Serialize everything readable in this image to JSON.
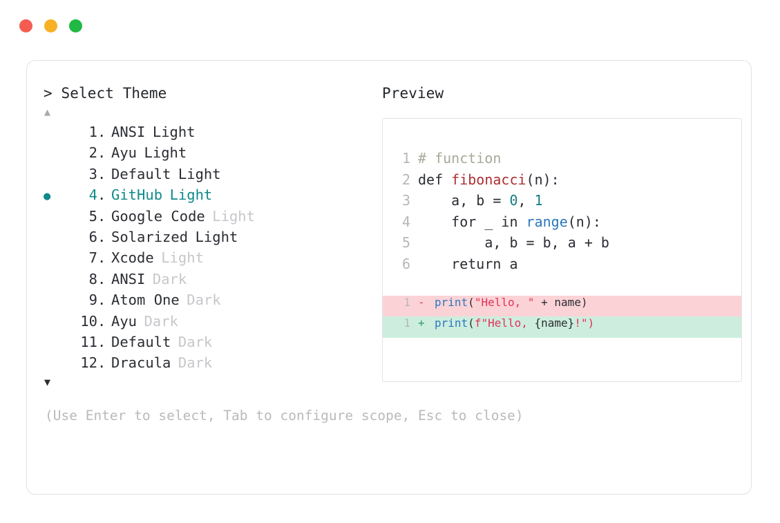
{
  "window": {
    "traffic_lights": [
      {
        "name": "close",
        "color": "#f45c52"
      },
      {
        "name": "minimize",
        "color": "#f7b125"
      },
      {
        "name": "maximize",
        "color": "#1fb943"
      }
    ]
  },
  "prompt": {
    "heading": "> Select Theme",
    "scroll_up_glyph": "▲",
    "scroll_down_glyph": "▼",
    "selected_index": 4,
    "bullet_glyph": "●",
    "accent_color": "#108a8a",
    "items": [
      {
        "index": "1",
        "dot": ".",
        "name": "ANSI",
        "variant": "Light",
        "variant_dim": false,
        "selected": false
      },
      {
        "index": "2",
        "dot": ".",
        "name": "Ayu",
        "variant": "Light",
        "variant_dim": false,
        "selected": false
      },
      {
        "index": "3",
        "dot": ".",
        "name": "Default",
        "variant": "Light",
        "variant_dim": false,
        "selected": false
      },
      {
        "index": "4",
        "dot": ".",
        "name": "GitHub",
        "variant": "Light",
        "variant_dim": false,
        "selected": true
      },
      {
        "index": "5",
        "dot": ".",
        "name": "Google Code",
        "variant": "Light",
        "variant_dim": true,
        "selected": false
      },
      {
        "index": "6",
        "dot": ".",
        "name": "Solarized",
        "variant": "Light",
        "variant_dim": false,
        "selected": false
      },
      {
        "index": "7",
        "dot": ".",
        "name": "Xcode",
        "variant": "Light",
        "variant_dim": true,
        "selected": false
      },
      {
        "index": "8",
        "dot": ".",
        "name": "ANSI",
        "variant": "Dark",
        "variant_dim": true,
        "selected": false
      },
      {
        "index": "9",
        "dot": ".",
        "name": "Atom One",
        "variant": "Dark",
        "variant_dim": true,
        "selected": false
      },
      {
        "index": "10",
        "dot": ".",
        "name": "Ayu",
        "variant": "Dark",
        "variant_dim": true,
        "selected": false
      },
      {
        "index": "11",
        "dot": ".",
        "name": "Default",
        "variant": "Dark",
        "variant_dim": true,
        "selected": false
      },
      {
        "index": "12",
        "dot": ".",
        "name": "Dracula",
        "variant": "Dark",
        "variant_dim": true,
        "selected": false
      }
    ]
  },
  "preview": {
    "label": "Preview",
    "code_lines": [
      {
        "no": "1",
        "tokens": [
          {
            "t": "# function",
            "c": "t-comment"
          }
        ]
      },
      {
        "no": "2",
        "tokens": [
          {
            "t": "def ",
            "c": "t-keyword"
          },
          {
            "t": "fibonacci",
            "c": "t-func"
          },
          {
            "t": "(n):",
            "c": "t-punct"
          }
        ]
      },
      {
        "no": "3",
        "tokens": [
          {
            "t": "    a, b = ",
            "c": "t-plain"
          },
          {
            "t": "0",
            "c": "t-number"
          },
          {
            "t": ", ",
            "c": "t-plain"
          },
          {
            "t": "1",
            "c": "t-number"
          }
        ]
      },
      {
        "no": "4",
        "tokens": [
          {
            "t": "    for _ in ",
            "c": "t-plain"
          },
          {
            "t": "range",
            "c": "t-builtin"
          },
          {
            "t": "(n):",
            "c": "t-punct"
          }
        ]
      },
      {
        "no": "5",
        "tokens": [
          {
            "t": "        a, b = b, a + b",
            "c": "t-plain"
          }
        ]
      },
      {
        "no": "6",
        "tokens": [
          {
            "t": "    return a",
            "c": "t-plain"
          }
        ]
      }
    ],
    "diff_lines": [
      {
        "no": "1",
        "kind": "del",
        "sign": "-",
        "tokens": [
          {
            "t": "print",
            "c": "t-builtin"
          },
          {
            "t": "(",
            "c": "t-punct"
          },
          {
            "t": "\"Hello, \"",
            "c": "t-string"
          },
          {
            "t": " + name)",
            "c": "t-plain"
          }
        ]
      },
      {
        "no": "1",
        "kind": "add",
        "sign": "+",
        "tokens": [
          {
            "t": "print",
            "c": "t-builtin"
          },
          {
            "t": "(",
            "c": "t-punct"
          },
          {
            "t": "f\"Hello, ",
            "c": "t-string"
          },
          {
            "t": "{name}",
            "c": "t-plain"
          },
          {
            "t": "!\")",
            "c": "t-string"
          }
        ]
      }
    ]
  },
  "footer": {
    "hint": "(Use Enter to select, Tab to configure scope, Esc to close)"
  }
}
